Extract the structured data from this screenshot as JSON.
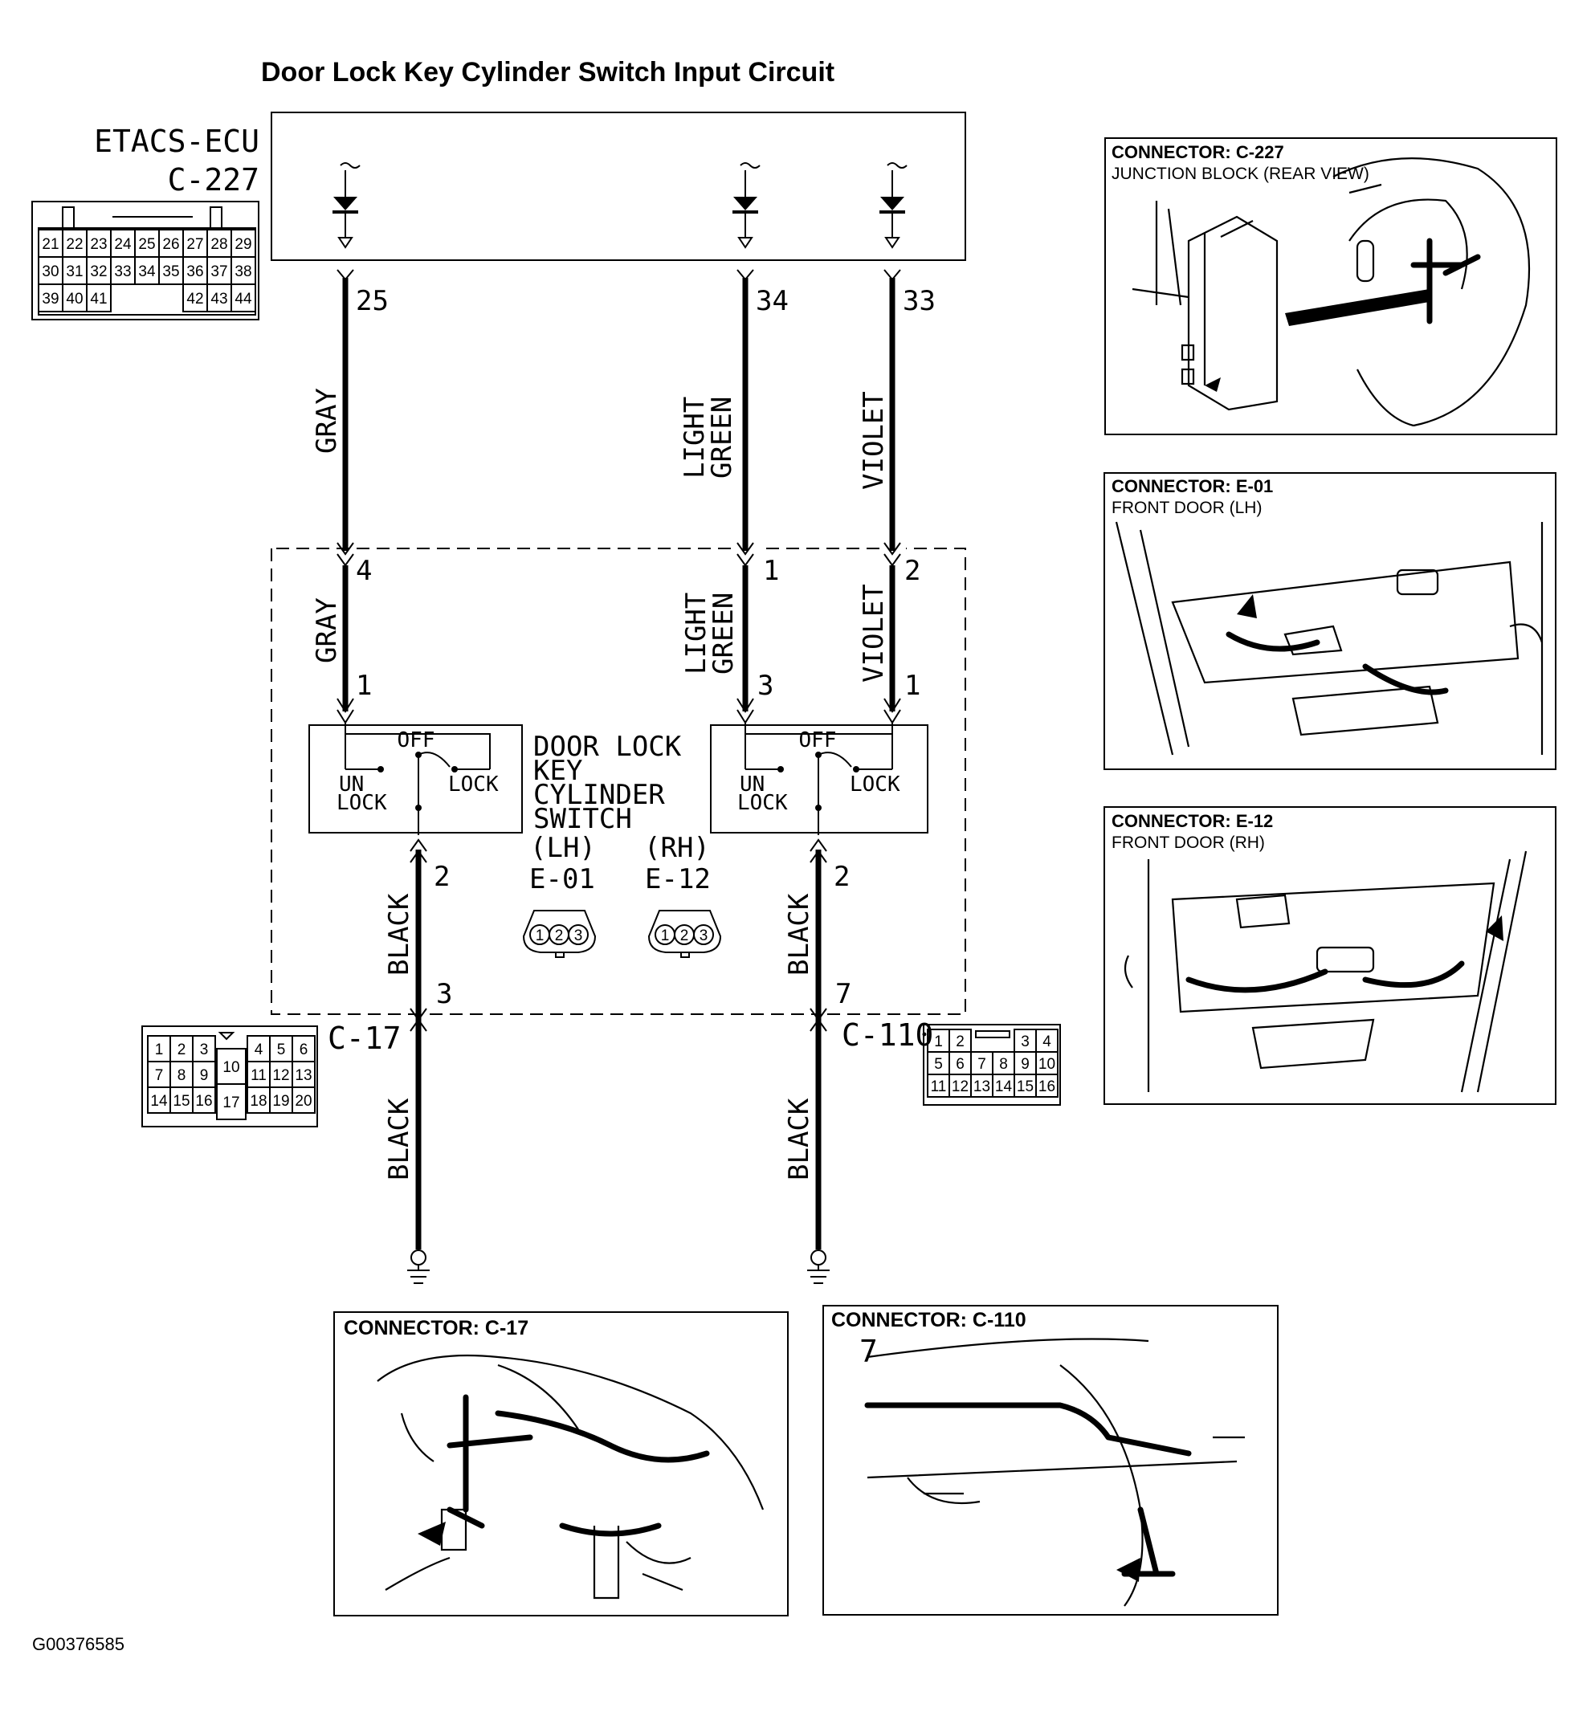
{
  "title": "Door Lock Key Cylinder Switch Input Circuit",
  "ecu": {
    "name": "ETACS-ECU",
    "connector": "C-227",
    "pin_rows": [
      [
        "21",
        "22",
        "23",
        "24",
        "25",
        "26",
        "27",
        "28",
        "29"
      ],
      [
        "30",
        "31",
        "32",
        "33",
        "34",
        "35",
        "36",
        "37",
        "38"
      ],
      [
        "39",
        "40",
        "41",
        "",
        "",
        "",
        "42",
        "43",
        "44"
      ]
    ]
  },
  "wires": {
    "left_top": {
      "pin": "25",
      "color": "GRAY"
    },
    "mid_top": {
      "pin": "34",
      "color_line1": "LIGHT",
      "color_line2": "GREEN"
    },
    "right_top": {
      "pin": "33",
      "color": "VIOLET"
    },
    "left_mid": {
      "pin_in": "4",
      "color": "GRAY",
      "pin_out": "1"
    },
    "mid_mid": {
      "pin_in": "1",
      "color_line1": "LIGHT",
      "color_line2": "GREEN",
      "pin_out": "3"
    },
    "right_mid": {
      "pin_in": "2",
      "color": "VIOLET",
      "pin_out": "1"
    },
    "left_bottom": {
      "pin_top": "2",
      "color": "BLACK",
      "pin_bottom": "3",
      "ground_color": "BLACK"
    },
    "right_bottom": {
      "pin_top": "2",
      "color": "BLACK",
      "pin_bottom": "7",
      "ground_color": "BLACK"
    }
  },
  "switch": {
    "off": "OFF",
    "un": "UN",
    "unlock": "LOCK",
    "lock": "LOCK",
    "label_lines": [
      "DOOR LOCK",
      "KEY",
      "CYLINDER",
      "SWITCH"
    ],
    "lh": "(LH)",
    "rh": "(RH)",
    "lh_connector": "E-01",
    "rh_connector": "E-12",
    "pin_numbers": [
      "1",
      "2",
      "3"
    ]
  },
  "connector_c17": {
    "name": "C-17",
    "row1_left": [
      "1",
      "2",
      "3"
    ],
    "row1_right": [
      "4",
      "5",
      "6"
    ],
    "row2_left": [
      "7",
      "8",
      "9"
    ],
    "row2_right": [
      "11",
      "12",
      "13"
    ],
    "row3_left": [
      "14",
      "15",
      "16"
    ],
    "row3_right": [
      "18",
      "19",
      "20"
    ],
    "mid_upper": "10",
    "mid_lower": "17"
  },
  "connector_c110": {
    "name": "C-110",
    "row1_left": [
      "1",
      "2"
    ],
    "row1_right": [
      "3",
      "4"
    ],
    "row2": [
      "5",
      "6",
      "7",
      "8",
      "9",
      "10"
    ],
    "row3": [
      "11",
      "12",
      "13",
      "14",
      "15",
      "16"
    ]
  },
  "panels": {
    "c227": {
      "label": "CONNECTOR: C-227",
      "sub": "JUNCTION BLOCK (REAR VIEW)"
    },
    "e01": {
      "label": "CONNECTOR: E-01",
      "sub": "FRONT DOOR (LH)"
    },
    "e12": {
      "label": "CONNECTOR: E-12",
      "sub": "FRONT DOOR (RH)"
    },
    "c17": {
      "label": "CONNECTOR: C-17"
    },
    "c110": {
      "label": "CONNECTOR: C-110",
      "pin_callout": "7"
    }
  },
  "footer": "G00376585"
}
